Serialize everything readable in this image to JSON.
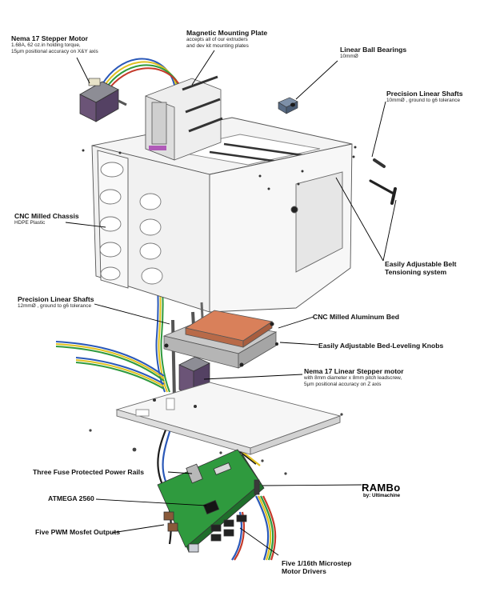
{
  "callouts": {
    "motor_xy": {
      "title": "Nema 17 Stepper Motor",
      "l1": "1.68A, 62 oz.in holding torque,",
      "l2": "15μm positional accuracy on X&Y axis"
    },
    "mount_plate": {
      "title": "Magnetic Mounting Plate",
      "l1": "accepts all of our extruders",
      "l2": "and dev kit mounting plates"
    },
    "bearings": {
      "title": "Linear Ball Bearings",
      "l1": "10mmØ"
    },
    "shafts_10": {
      "title": "Precision Linear Shafts",
      "l1": "10mmØ , ground to g6 tolerance"
    },
    "chassis": {
      "title": "CNC Milled Chassis",
      "l1": "HDPE Plastic"
    },
    "belt": {
      "title1": "Easily Adjustable Belt",
      "title2": "Tensioning system"
    },
    "shafts_12": {
      "title": "Precision Linear Shafts",
      "l1": "12mmØ , ground to g6 tolerance"
    },
    "bed": {
      "title": "CNC Milled Aluminum Bed"
    },
    "knobs": {
      "title": "Easily Adjustable Bed-Leveling Knobs"
    },
    "motor_z": {
      "title": "Nema 17 Linear Stepper motor",
      "l1": "with 8mm diameter x 8mm pitch leadscrew,",
      "l2": "5μm positional accuracy on Z axis"
    },
    "fuse": {
      "title": "Three Fuse Protected Power Rails"
    },
    "atmega": {
      "title": "ATMEGA 2560"
    },
    "mosfet": {
      "title": "Five PWM Mosfet Outputs"
    },
    "drivers": {
      "title1": "Five 1/16th Microstep",
      "title2": "Motor Drivers"
    }
  },
  "brand": {
    "name": "RAMBo",
    "by": "by: Ultimachine"
  },
  "colors": {
    "chassis": "#f4f4f4",
    "bed": "#d9805a",
    "board": "#2f9a3e",
    "motor": "#6b5477",
    "wire_blue": "#2a58b8",
    "wire_yellow": "#e0c020",
    "wire_green": "#2f9a3e",
    "wire_red": "#c43a2a"
  }
}
